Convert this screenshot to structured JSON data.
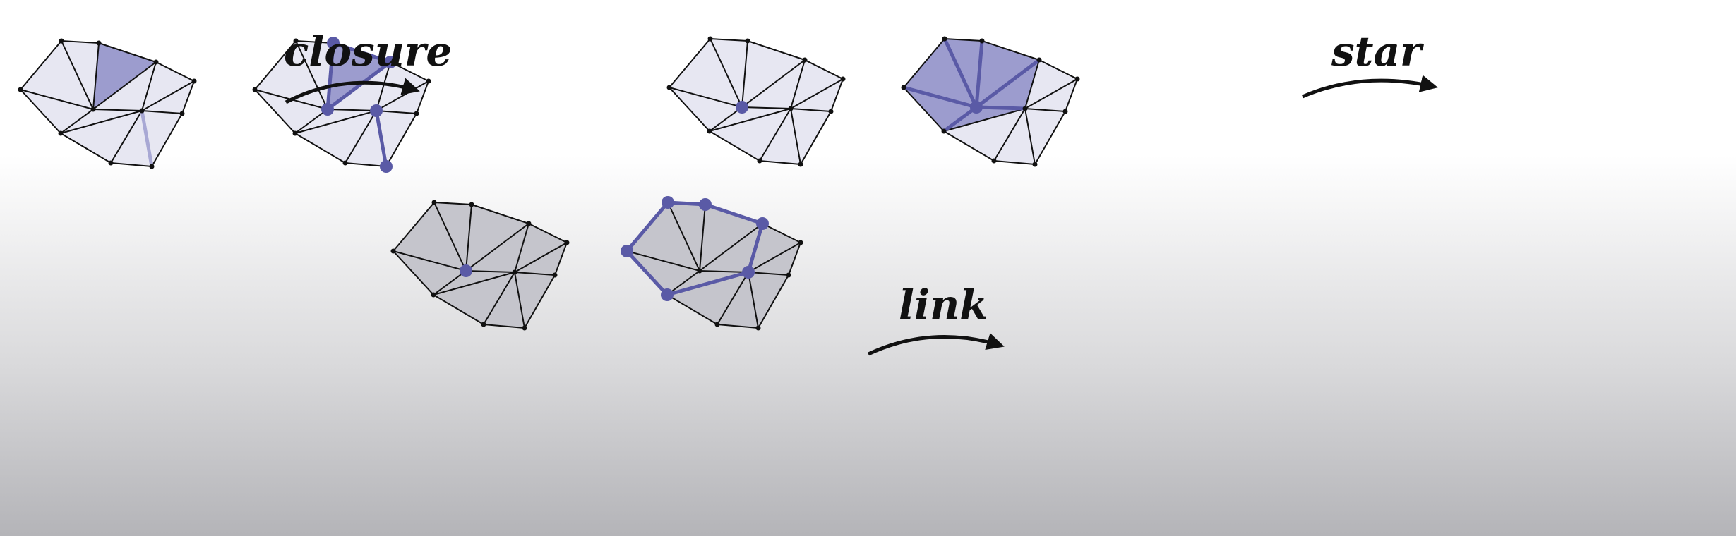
{
  "labels": {
    "closure": "closure",
    "star": "star",
    "link": "link"
  },
  "colors": {
    "highlight": "#5a5aa6",
    "highlight_fill": "#9c9cce",
    "highlight_light": "#a8a8d4",
    "face_light": "#e7e7f2",
    "face_grey": "#c5c5cc",
    "edge": "#111111"
  },
  "icons": [
    "arrow-icon"
  ]
}
